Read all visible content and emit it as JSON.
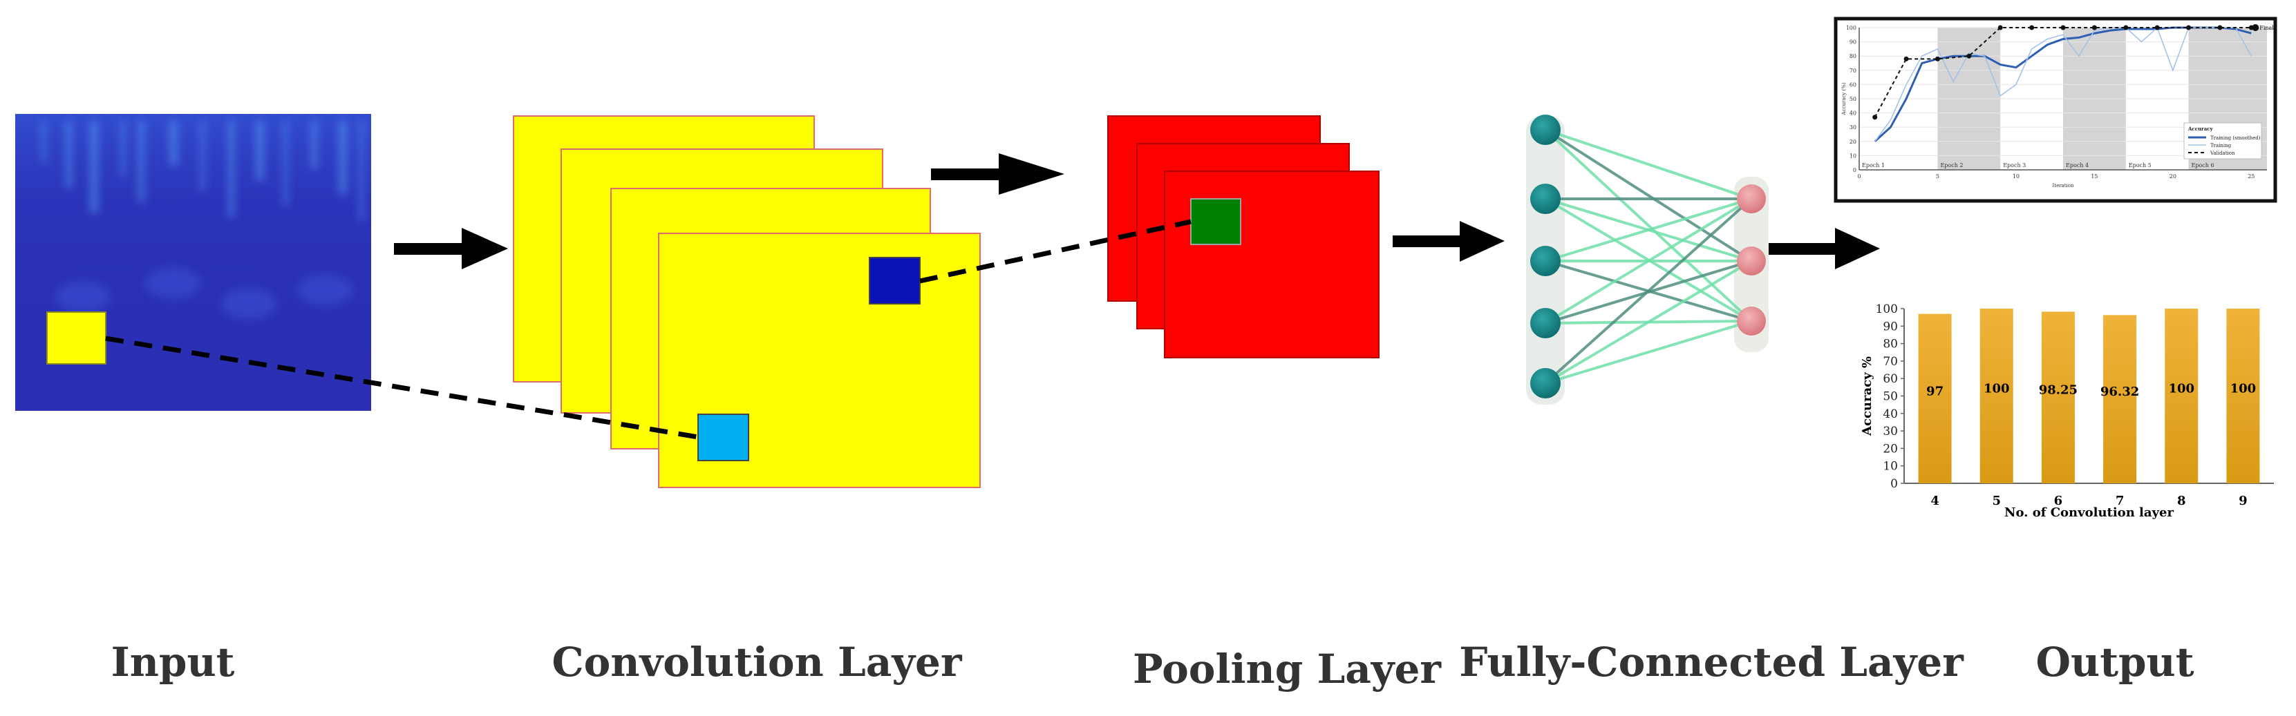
{
  "labels": {
    "input": "Input",
    "convolution": "Convolution Layer",
    "pooling": "Pooling Layer",
    "fully_connected": "Fully-Connected Layer",
    "output": "Output"
  },
  "colors": {
    "input_background": "#2a2fb4",
    "input_window": "#ffff00",
    "conv_map": "#ffff00",
    "conv_window_dark": "#0a12b8",
    "conv_window_light": "#00b0f0",
    "pool_map": "#ff0000",
    "pool_window": "#008000",
    "fc_input_node": "#127f80",
    "fc_output_node": "#e58f94",
    "fc_edge_light": "#6fe0a8",
    "fc_edge_dark": "#4f8f80",
    "bar": "#e6a623",
    "arrow": "#000000"
  },
  "icons": {
    "arrow": "right-arrow-icon"
  },
  "chart_data": [
    {
      "type": "line",
      "title": "",
      "xlabel": "Iteration",
      "ylabel": "Accuracy (%)",
      "xlim": [
        0,
        26
      ],
      "ylim": [
        0,
        100
      ],
      "x_ticks": [
        "0",
        "5",
        "10",
        "15",
        "20",
        "25"
      ],
      "y_ticks": [
        "0",
        "10",
        "20",
        "30",
        "40",
        "50",
        "60",
        "70",
        "80",
        "90",
        "100"
      ],
      "epoch_labels": [
        "Epoch 1",
        "Epoch 2",
        "Epoch 3",
        "Epoch 4",
        "Epoch 5",
        "Epoch 6"
      ],
      "final_label": "Final",
      "legend": {
        "title": "Accuracy",
        "entries": [
          "Training (smoothed)",
          "Training",
          "Validation"
        ],
        "placement": "bottom-right"
      },
      "grid": true,
      "series": [
        {
          "name": "Training (smoothed)",
          "x": [
            1,
            2,
            3,
            4,
            5,
            6,
            7,
            8,
            9,
            10,
            11,
            12,
            13,
            14,
            15,
            16,
            17,
            18,
            19,
            20,
            21,
            22,
            23,
            24,
            25
          ],
          "y": [
            20,
            30,
            50,
            75,
            78,
            80,
            80,
            80,
            74,
            72,
            80,
            88,
            92,
            93,
            96,
            98,
            99,
            99,
            99,
            100,
            100,
            100,
            100,
            99,
            96
          ]
        },
        {
          "name": "Training",
          "x": [
            1,
            2,
            3,
            4,
            5,
            6,
            7,
            8,
            9,
            10,
            11,
            12,
            13,
            14,
            15,
            16,
            17,
            18,
            19,
            20,
            21,
            22,
            23,
            24,
            25
          ],
          "y": [
            20,
            35,
            60,
            80,
            85,
            62,
            82,
            80,
            52,
            60,
            85,
            92,
            95,
            80,
            98,
            100,
            100,
            90,
            100,
            70,
            100,
            100,
            100,
            100,
            80
          ]
        },
        {
          "name": "Validation",
          "x": [
            1,
            3,
            5,
            7,
            9,
            11,
            13,
            15,
            17,
            19,
            21,
            23,
            25
          ],
          "y": [
            37,
            78,
            78,
            80,
            100,
            100,
            100,
            100,
            100,
            100,
            100,
            100,
            100
          ]
        }
      ]
    },
    {
      "type": "bar",
      "title": "",
      "xlabel": "No. of Convolution layer",
      "ylabel": "Accuracy %",
      "categories": [
        "4",
        "5",
        "6",
        "7",
        "8",
        "9"
      ],
      "values": [
        97,
        100,
        98.25,
        96.32,
        100,
        100
      ],
      "value_labels": [
        "97",
        "100",
        "98.25",
        "96.32",
        "100",
        "100"
      ],
      "ylim": [
        0,
        100
      ],
      "y_ticks": [
        "0",
        "10",
        "20",
        "30",
        "40",
        "50",
        "60",
        "70",
        "80",
        "90",
        "100"
      ],
      "grid": false
    }
  ]
}
